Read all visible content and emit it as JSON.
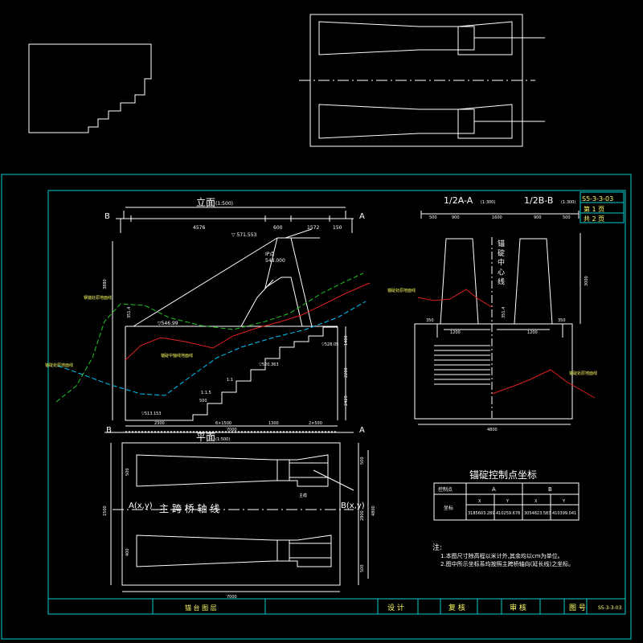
{
  "drawing": {
    "views": {
      "elevation": "立面",
      "elevation_scale": "(1:500)",
      "plan": "平面",
      "plan_scale": "(1:500)",
      "section_a": "1/2A-A",
      "section_a_scale": "(1:300)",
      "section_b": "1/2B-B",
      "section_b_scale": "(1:300)"
    },
    "sheet_code": {
      "code": "S5-3-3-03",
      "sheet": "第 1 页",
      "total": "共 2 页"
    },
    "section_marks": {
      "b_top": "B",
      "a_top": "A",
      "b_bottom": "B",
      "a_bottom": "A"
    },
    "elevation_labels": {
      "top_elev": "▽ 571.553",
      "ip_label": "IP点",
      "ip_value": "548.000",
      "elev_mid": "▽546.99",
      "elev_right1": "▽528.05",
      "elev_step": "▽520.363",
      "elev_bottom": "▽513.153",
      "curve_green": "钢锚处原地面线",
      "curve_cyan": "锚碇处原地面线",
      "curve_red": "锚碇中轴线地面线",
      "dim_top_total": "4576",
      "dim_top_a": "600",
      "dim_top_b": "1572",
      "dim_top_c": "150",
      "dim_bottom_a": "2300",
      "dim_bottom_b": "6×1500",
      "dim_bottom_c": "1300",
      "dim_bottom_d": "2×500",
      "dim_bottom_total": "7000",
      "dim_left": "3880",
      "dim_right_a": "1400",
      "dim_right_b": "2200",
      "dim_right_c": "2429",
      "slope_a": "1:1",
      "slope_b": "1:1.5",
      "dim_inner": "500",
      "dim_ip": "351.4"
    },
    "plan_labels": {
      "axis": "主  跨  桥  轴  线",
      "point_a": "A(x,y)",
      "point_b": "B(x,y)",
      "dim_bottom": "7000",
      "dim_left_top": "500",
      "dim_left_mid": "1500",
      "dim_left_bot": "400",
      "dim_right_top": "500",
      "dim_right_mid": "2800",
      "dim_right_bot": "500",
      "dim_total": "4800",
      "note_label": "主缆"
    },
    "section_labels": {
      "center_line": "锚 碇 中 心 线",
      "ground_left": "锚碇处原地面线",
      "ground_right": "锚碇处原地面线",
      "dim_a": "500",
      "dim_b": "900",
      "dim_c": "1600",
      "dim_d": "900",
      "dim_e": "500",
      "dim_inner_left": "1200",
      "dim_inner_right": "1200",
      "dim_bottom": "4800",
      "dim_left": "350",
      "dim_right": "350",
      "dim_height": "3000",
      "dim_center": "351.4"
    },
    "coord_table": {
      "title": "锚碇控制点坐标",
      "header_point": "控制点",
      "header_a": "A",
      "header_b": "B",
      "row_label": "坐标",
      "sub_x": "X",
      "sub_y": "Y",
      "a_x": "3185603.289",
      "a_y": "410259.678",
      "b_x": "3054823.583",
      "b_y": "410399.041"
    },
    "notes": {
      "title": "注:",
      "line1": "1.本图尺寸除高程以米计外,其余均以cm为单位。",
      "line2": "2.图中所示坐标系均按照主跨桥轴向(延长线)之坐标。"
    },
    "title_block": {
      "drawing_name": "锚  台  图  层",
      "design": "设 计",
      "review": "复 核",
      "approve": "审 核",
      "sheet_label": "图 号",
      "sheet_no": "S5-3-3-03"
    }
  }
}
